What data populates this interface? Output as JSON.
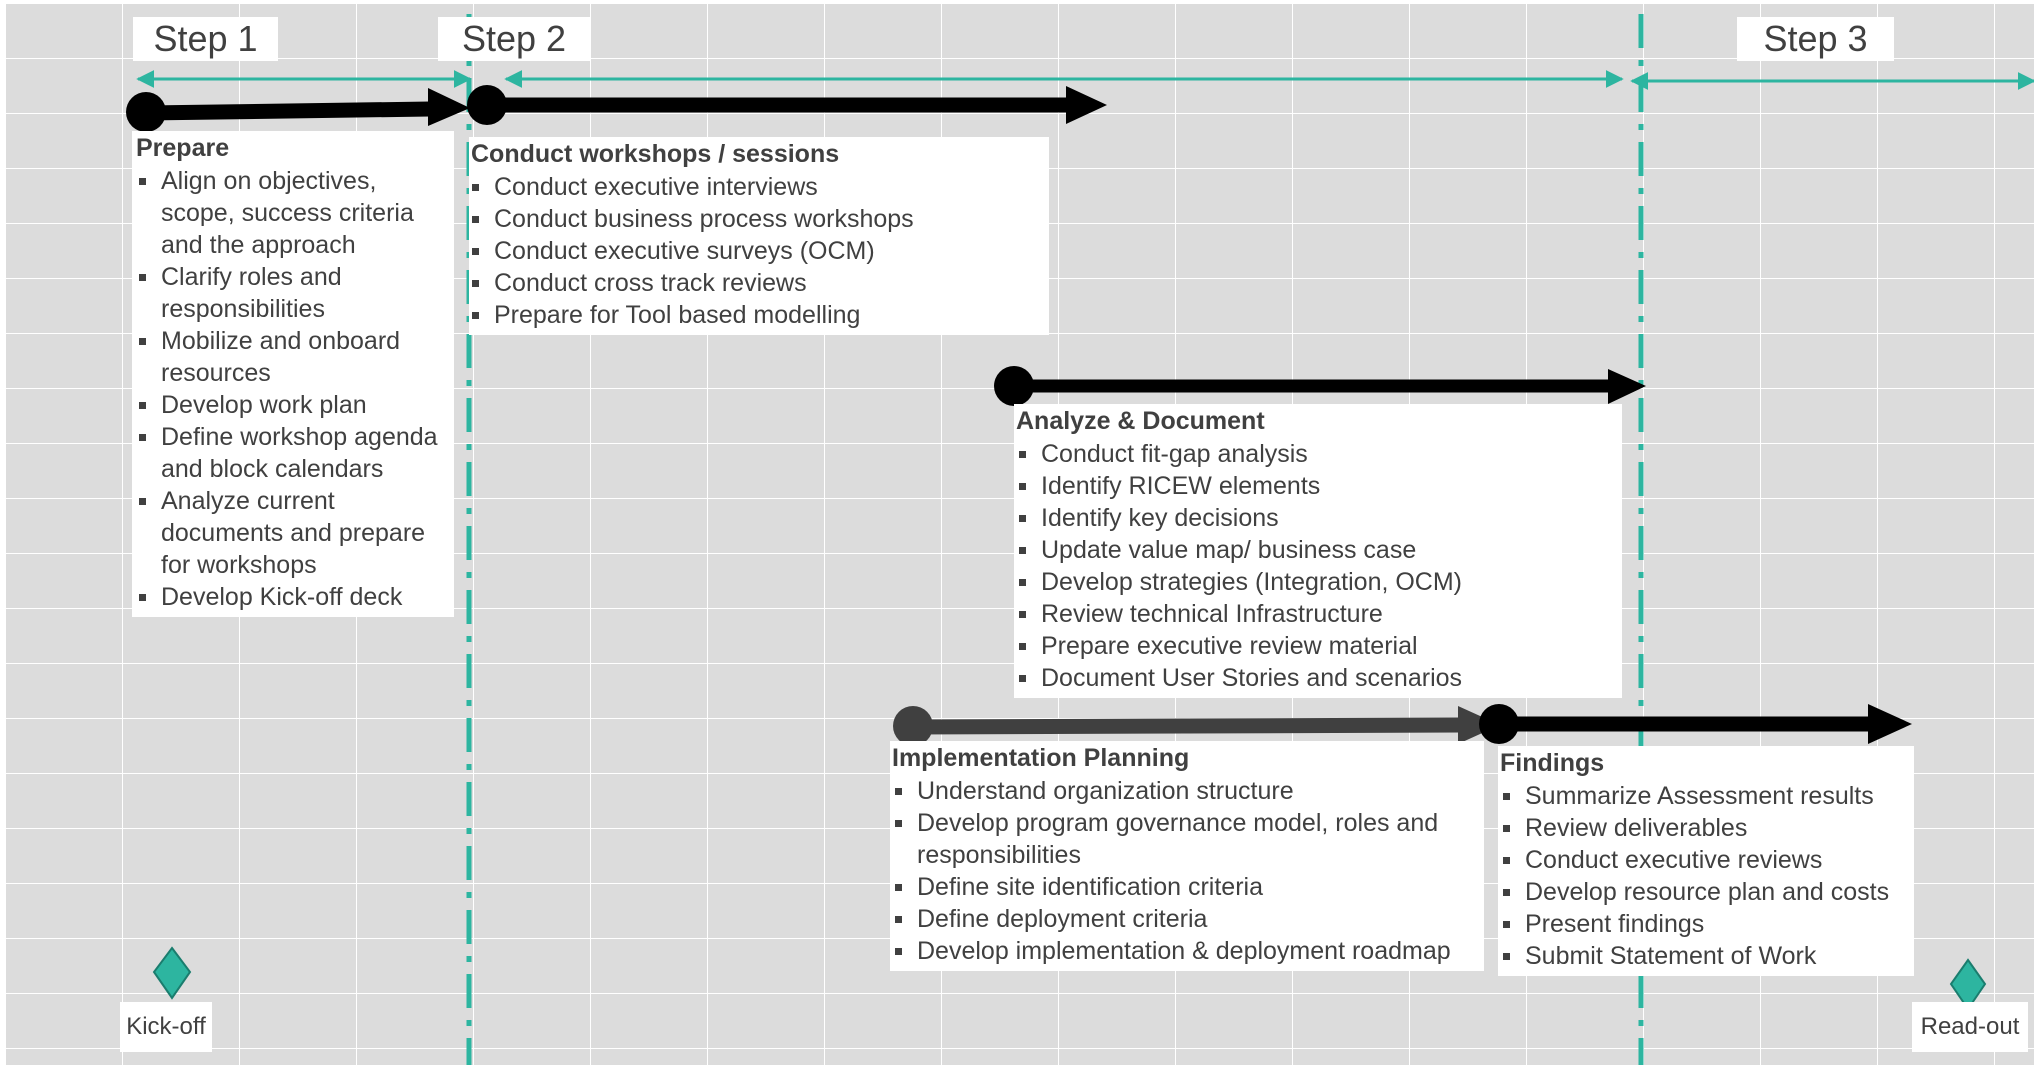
{
  "steps": [
    {
      "label": "Step 1"
    },
    {
      "label": "Step 2"
    },
    {
      "label": "Step 3"
    }
  ],
  "phases": [
    {
      "title": "Prepare",
      "items": [
        "Align on objectives, scope, success criteria and the approach",
        "Clarify roles and responsibilities",
        "Mobilize and onboard resources",
        "Develop work plan",
        "Define workshop agenda and block calendars",
        "Analyze current documents and prepare for workshops",
        "Develop Kick-off deck"
      ]
    },
    {
      "title": "Conduct workshops / sessions",
      "items": [
        "Conduct executive interviews",
        "Conduct business process workshops",
        "Conduct executive surveys (OCM)",
        "Conduct cross track reviews",
        "Prepare for Tool based modelling"
      ]
    },
    {
      "title": "Analyze & Document",
      "items": [
        "Conduct fit-gap analysis",
        "Identify RICEW elements",
        "Identify key decisions",
        "Update value map/ business case",
        "Develop strategies (Integration, OCM)",
        "Review technical Infrastructure",
        "Prepare executive review material",
        "Document User Stories and scenarios"
      ]
    },
    {
      "title": "Implementation Planning",
      "items": [
        "Understand organization structure",
        "Develop program governance model, roles and responsibilities",
        "Define site identification criteria",
        "Define deployment criteria",
        "Develop implementation & deployment roadmap"
      ]
    },
    {
      "title": "Findings",
      "items": [
        "Summarize Assessment results",
        "Review deliverables",
        "Conduct executive reviews",
        "Develop resource plan and costs",
        "Present findings",
        "Submit Statement of Work"
      ]
    }
  ],
  "milestones": [
    {
      "label": "Kick-off"
    },
    {
      "label": "Read-out"
    }
  ],
  "colors": {
    "grid_background": "#dcdcdc",
    "grid_line": "#ffffff",
    "accent_teal": "#2db5a0",
    "milestone_fill": "#2db5a0",
    "arrow_black": "#000000",
    "arrow_dark_gray": "#404040",
    "text": "#404040"
  }
}
